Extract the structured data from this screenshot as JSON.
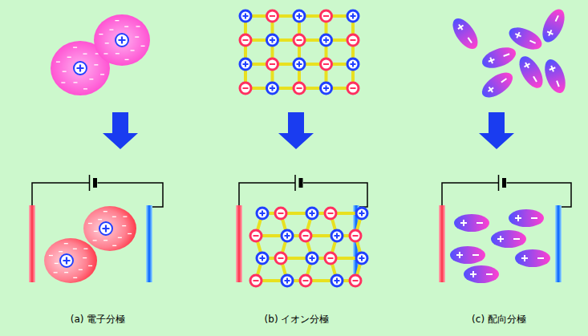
{
  "diagram": {
    "labels": [
      "(a) 電子分極",
      "(b) イオン分極",
      "(c) 配向分極"
    ]
  }
}
